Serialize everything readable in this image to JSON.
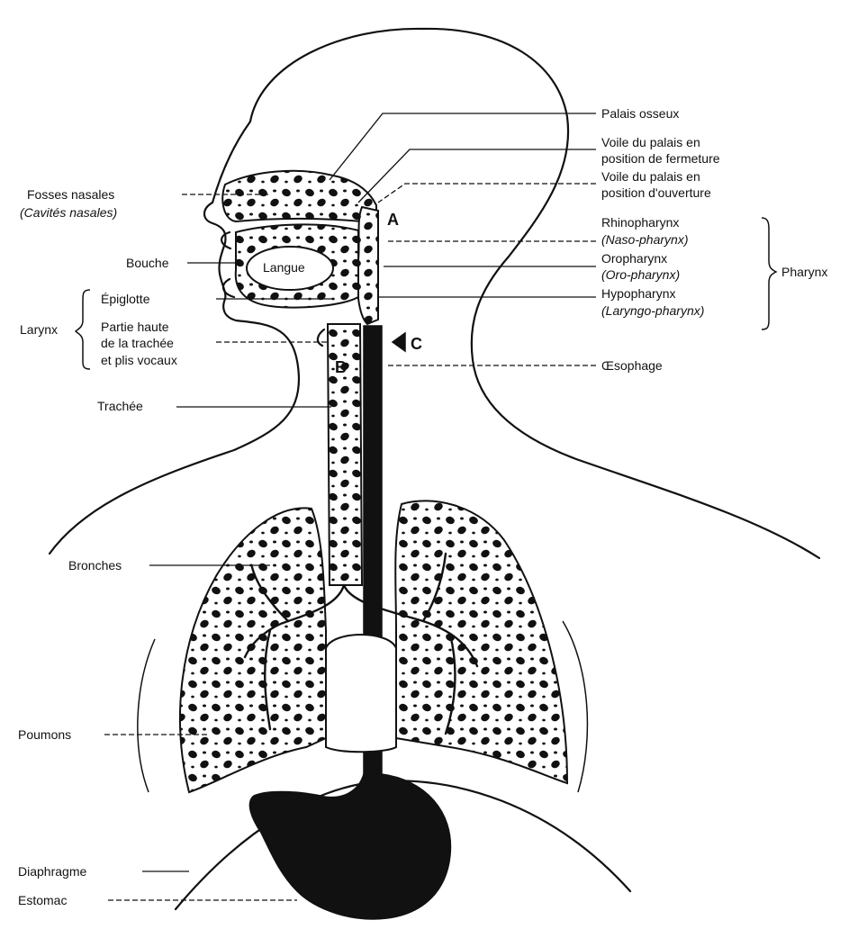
{
  "labels": {
    "palais_osseux": "Palais osseux",
    "voile_fermeture_1": "Voile du palais en",
    "voile_fermeture_2": "position de fermeture",
    "voile_ouverture_1": "Voile du palais en",
    "voile_ouverture_2": "position d'ouverture",
    "fosses_nasales": "Fosses nasales",
    "cavites_nasales": "(Cavités nasales)",
    "rhinopharynx": "Rhinopharynx",
    "naso_pharynx": "(Naso-pharynx)",
    "oropharynx": "Oropharynx",
    "oro_pharynx": "(Oro-pharynx)",
    "hypopharynx": "Hypopharynx",
    "laryngo_pharynx": "(Laryngo-pharynx)",
    "pharynx": "Pharynx",
    "bouche": "Bouche",
    "langue": "Langue",
    "epiglotte": "Épiglotte",
    "larynx": "Larynx",
    "partie_haute_1": "Partie haute",
    "partie_haute_2": "de la trachée",
    "partie_haute_3": "et plis vocaux",
    "oesophage": "Œsophage",
    "trachee": "Trachée",
    "bronches": "Bronches",
    "poumons": "Poumons",
    "diaphragme": "Diaphragme",
    "estomac": "Estomac"
  },
  "markers": {
    "a": "A",
    "b": "B",
    "c": "C"
  }
}
